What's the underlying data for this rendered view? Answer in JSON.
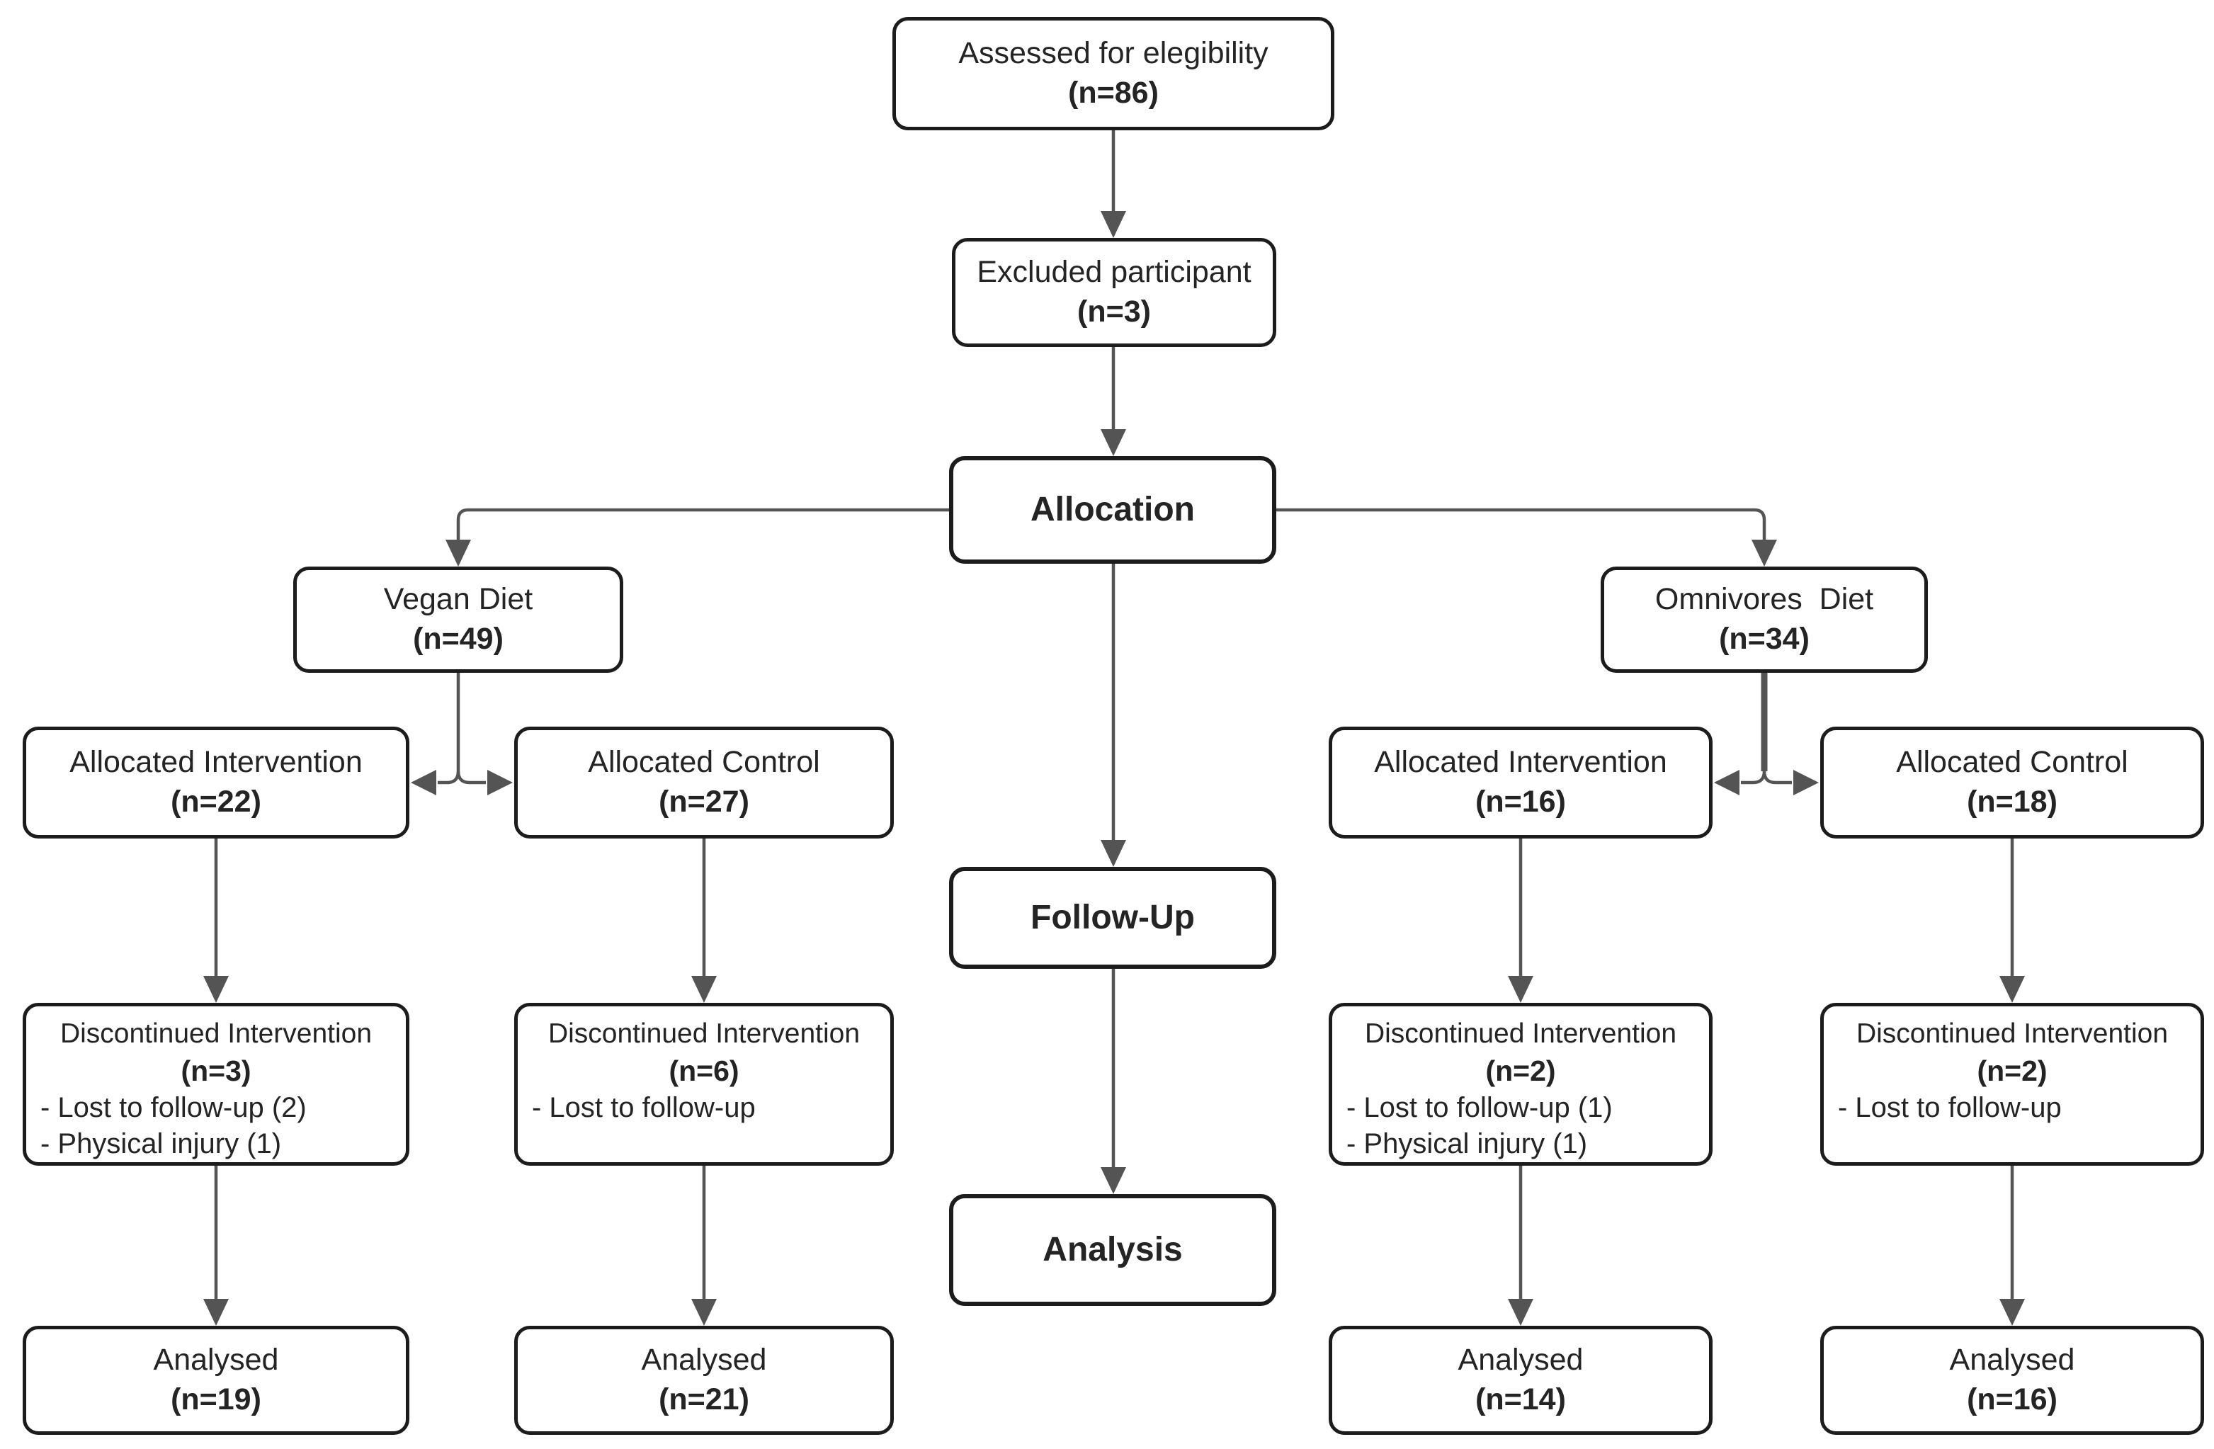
{
  "diagram": {
    "type": "flowchart",
    "background_color": "#ffffff",
    "box_border_color": "#1c1c1c",
    "connector_color": "#545454",
    "text_color": "#242424",
    "nodes": {
      "assessed": {
        "label": "Assessed for elegibility",
        "n": "(n=86)"
      },
      "excluded": {
        "label": "Excluded participant",
        "n": "(n=3)"
      },
      "allocation": {
        "label": "Allocation"
      },
      "vegan_diet": {
        "label": "Vegan Diet",
        "n": "(n=49)"
      },
      "omnivores_diet": {
        "label": "Omnivores  Diet",
        "n": "(n=34)"
      },
      "vegan_allocated_intervention": {
        "label": "Allocated Intervention",
        "n": "(n=22)"
      },
      "vegan_allocated_control": {
        "label": "Allocated Control",
        "n": "(n=27)"
      },
      "omnivores_allocated_intervention": {
        "label": "Allocated Intervention",
        "n": "(n=16)"
      },
      "omnivores_allocated_control": {
        "label": "Allocated Control",
        "n": "(n=18)"
      },
      "follow_up": {
        "label": "Follow-Up"
      },
      "vegan_intervention_discontinued": {
        "label": "Discontinued Intervention",
        "n": "(n=3)",
        "reasons": [
          "- Lost to follow-up (2)",
          "- Physical injury (1)"
        ]
      },
      "vegan_control_discontinued": {
        "label": "Discontinued Intervention",
        "n": "(n=6)",
        "reasons": [
          "- Lost to follow-up"
        ]
      },
      "omnivores_intervention_discontinued": {
        "label": "Discontinued Intervention",
        "n": "(n=2)",
        "reasons": [
          "- Lost to follow-up (1)",
          "- Physical injury (1)"
        ]
      },
      "omnivores_control_discontinued": {
        "label": "Discontinued Intervention",
        "n": "(n=2)",
        "reasons": [
          "- Lost to follow-up"
        ]
      },
      "analysis": {
        "label": "Analysis"
      },
      "vegan_intervention_analysed": {
        "label": "Analysed",
        "n": "(n=19)"
      },
      "vegan_control_analysed": {
        "label": "Analysed",
        "n": "(n=21)"
      },
      "omnivores_intervention_analysed": {
        "label": "Analysed",
        "n": "(n=14)"
      },
      "omnivores_control_analysed": {
        "label": "Analysed",
        "n": "(n=16)"
      }
    }
  }
}
